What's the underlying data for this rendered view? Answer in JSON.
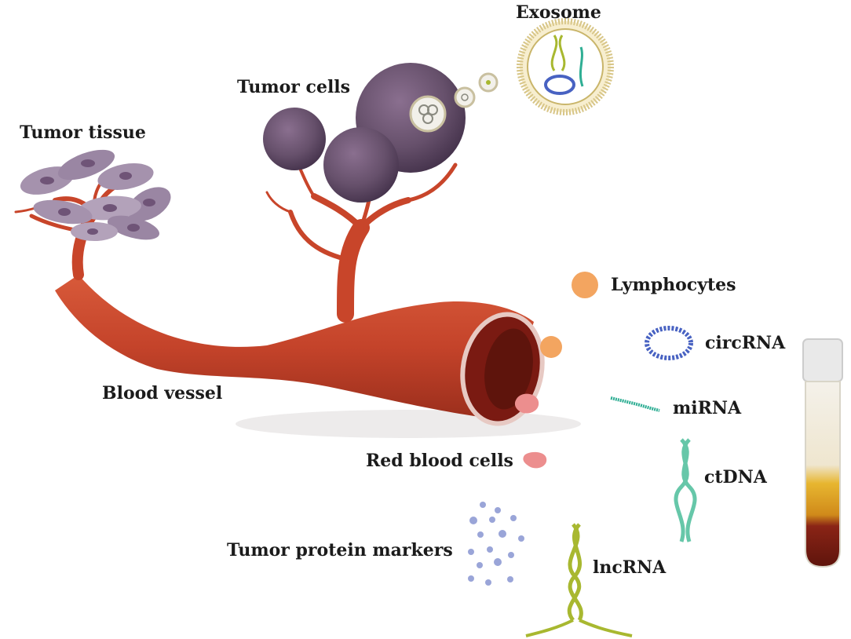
{
  "labels": {
    "exosome": "Exosome",
    "tumor_cells": "Tumor cells",
    "tumor_tissue": "Tumor tissue",
    "lymphocytes": "Lymphocytes",
    "circrna": "circRNA",
    "blood_vessel": "Blood vessel",
    "mirna": "miRNA",
    "red_blood_cells": "Red blood cells",
    "ctdna": "ctDNA",
    "tumor_protein_markers": "Tumor protein markers",
    "lncrna": "lncRNA"
  },
  "colors": {
    "vessel": "#c8452a",
    "vessel_dark": "#8e2a1a",
    "vessel_lumen": "#7a1a12",
    "tumor_cell": "#6e5573",
    "tumor_cell_dark": "#4b3650",
    "tissue": "#a592ad",
    "tissue_nucleus": "#6f5477",
    "lymphocyte": "#f3a560",
    "red_blood_cell": "#ec8e8e",
    "circrna": "#4862c2",
    "mirna": "#2fae94",
    "ctdna": "#66c7a9",
    "lncrna": "#a8b830",
    "protein_marker": "#9aa5d8",
    "exosome_membrane": "#e3d29a",
    "tube_cap": "#e9e9e9",
    "tube_plasma": "#e7b630",
    "tube_blood": "#7a1c14"
  }
}
